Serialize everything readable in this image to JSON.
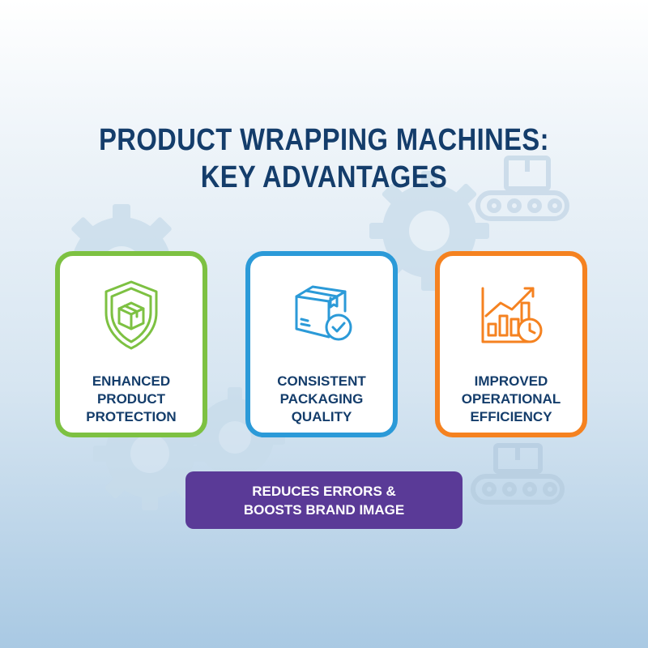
{
  "title": {
    "line1": "PRODUCT WRAPPING MACHINES:",
    "line2": "KEY ADVANTAGES"
  },
  "cards": [
    {
      "icon": "shield-box-icon",
      "color": "#7dc142",
      "lines": [
        "ENHANCED",
        "PRODUCT",
        "PROTECTION"
      ]
    },
    {
      "icon": "box-check-icon",
      "color": "#2b9ad8",
      "lines": [
        "CONSISTENT",
        "PACKAGING",
        "QUALITY"
      ]
    },
    {
      "icon": "growth-chart-clock-icon",
      "color": "#f58220",
      "lines": [
        "IMPROVED",
        "OPERATIONAL",
        "EFFICIENCY"
      ]
    }
  ],
  "banner": {
    "line1": "REDUCES ERRORS &",
    "line2": "BOOSTS BRAND IMAGE",
    "color": "#5a3a97"
  },
  "colors": {
    "title": "#143d6b",
    "decor": "#c9dcea"
  }
}
